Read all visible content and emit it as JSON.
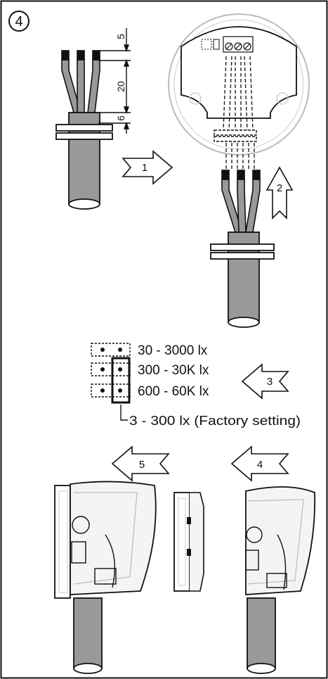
{
  "step_number": "4",
  "dimensions": {
    "strip_top": "5",
    "strip_mid": "20",
    "strip_bottom": "6"
  },
  "arrows": {
    "a1": "1",
    "a2": "2",
    "a3": "3",
    "a4": "4",
    "a5": "5"
  },
  "jumper_settings": {
    "row1": "30 - 3000 lx",
    "row2": "300 - 30K lx",
    "row3": "600 - 60K lx",
    "factory": "3 - 300 lx (Factory setting)"
  },
  "colors": {
    "line": "#111111",
    "cable": "#999999",
    "housing": "#f4f4f4",
    "light_line": "#bbbbbb"
  }
}
